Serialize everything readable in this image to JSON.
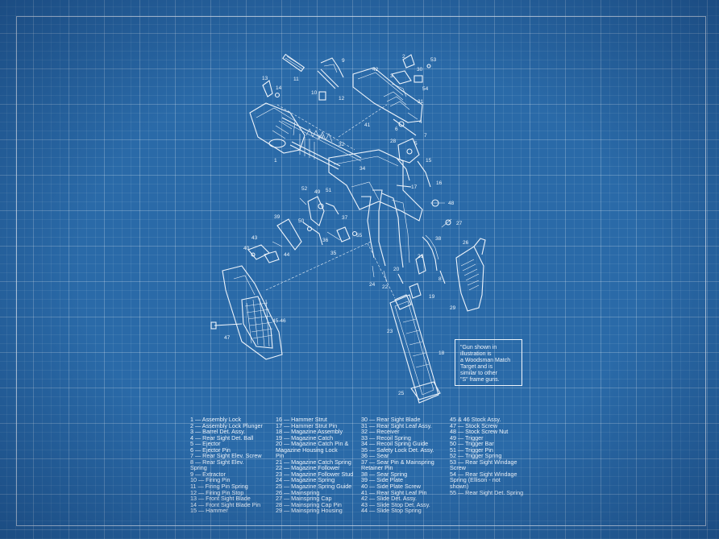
{
  "note": "\"Gun shown in\nillustration is\na Woodsman Match\nTarget and is\nsimilar to other\n\"S\" frame guns.",
  "callouts": [
    {
      "id": "n11",
      "t": "11"
    },
    {
      "id": "n9",
      "t": "9"
    },
    {
      "id": "n42",
      "t": "42"
    },
    {
      "id": "n13",
      "t": "13"
    },
    {
      "id": "n14",
      "t": "14"
    },
    {
      "id": "n10",
      "t": "10"
    },
    {
      "id": "n12",
      "t": "12"
    },
    {
      "id": "n2",
      "t": "2"
    },
    {
      "id": "n30",
      "t": "30"
    },
    {
      "id": "n53",
      "t": "53"
    },
    {
      "id": "n54",
      "t": "54"
    },
    {
      "id": "n3",
      "t": "3"
    },
    {
      "id": "n31",
      "t": "31"
    },
    {
      "id": "n4",
      "t": "4"
    },
    {
      "id": "n41",
      "t": "41"
    },
    {
      "id": "n6",
      "t": "6"
    },
    {
      "id": "n7",
      "t": "7"
    },
    {
      "id": "n5",
      "t": "5"
    },
    {
      "id": "n33",
      "t": "33"
    },
    {
      "id": "n32",
      "t": "32"
    },
    {
      "id": "n28",
      "t": "28"
    },
    {
      "id": "n1",
      "t": "1"
    },
    {
      "id": "n34",
      "t": "34"
    },
    {
      "id": "n15",
      "t": "15"
    },
    {
      "id": "n16",
      "t": "16"
    },
    {
      "id": "n17",
      "t": "17"
    },
    {
      "id": "n52",
      "t": "52"
    },
    {
      "id": "n49",
      "t": "49"
    },
    {
      "id": "n51",
      "t": "51"
    },
    {
      "id": "n48",
      "t": "48"
    },
    {
      "id": "n39",
      "t": "39"
    },
    {
      "id": "n50",
      "t": "50"
    },
    {
      "id": "n37",
      "t": "37"
    },
    {
      "id": "n36",
      "t": "36"
    },
    {
      "id": "n43",
      "t": "43"
    },
    {
      "id": "n40",
      "t": "40"
    },
    {
      "id": "n44",
      "t": "44"
    },
    {
      "id": "n55",
      "t": "55"
    },
    {
      "id": "n35",
      "t": "35"
    },
    {
      "id": "n38",
      "t": "38"
    },
    {
      "id": "n26",
      "t": "26"
    },
    {
      "id": "n21",
      "t": "21"
    },
    {
      "id": "n20",
      "t": "20"
    },
    {
      "id": "n22",
      "t": "22"
    },
    {
      "id": "n24",
      "t": "24"
    },
    {
      "id": "n19",
      "t": "19"
    },
    {
      "id": "n29",
      "t": "29"
    },
    {
      "id": "n4546",
      "t": "45-46"
    },
    {
      "id": "n47",
      "t": "47"
    },
    {
      "id": "n23",
      "t": "23"
    },
    {
      "id": "n18",
      "t": "18"
    },
    {
      "id": "n25",
      "t": "25"
    },
    {
      "id": "n27",
      "t": "27"
    },
    {
      "id": "n8",
      "t": "8"
    }
  ],
  "legend": {
    "col1": [
      "1 — Assembly Lock",
      "2 — Assembly Lock Plunger",
      "3 — Barrel Det. Assy.",
      "4 — Rear Sight Det. Ball",
      "5 — Ejector",
      "6 — Ejector Pin",
      "7 — Rear Sight Elev. Screw",
      "8 — Rear Sight Elev.\n      Spring",
      "9 — Extractor",
      "10 — Firing Pin",
      "11 — Firing Pin Spring",
      "12 — Firing Pin Stop",
      "13 — Front Sight Blade",
      "14 — Front Sight Blade Pin",
      "15 — Hammer"
    ],
    "col2": [
      "16 — Hammer Strut",
      "17 — Hammer Strut Pin",
      "18 — Magazine Assembly",
      "19 — Magazine Catch",
      "20 — Magazine Catch Pin &\n      Magazine Housing Lock\n      Pin",
      "21 — Magazine Catch Spring",
      "22 — Magazine Follower",
      "23 — Magazine Follower Stud",
      "24 — Magazine Spring",
      "25 — Magazine Spring Guide",
      "26 — Mainspring",
      "27 — Mainspring Cap",
      "28 — Mainspring Cap Pin",
      "29 — Mainspring Housing"
    ],
    "col3": [
      "30 — Rear Sight Blade",
      "31 — Rear Sight Leaf Assy.",
      "32 — Receiver",
      "33 — Recoil Spring",
      "34 — Recoil Spring Guide",
      "35 — Safety Lock Det. Assy.",
      "36 — Sear",
      "37 — Sear Pin & Mainspring\n      Retainer Pin",
      "38 — Sear Spring",
      "39 — Side Plate",
      "40 — Side Plate Screw",
      "41 — Rear Sight Leaf Pin",
      "42 — Slide Det. Assy.",
      "43 — Slide Stop Det. Assy.",
      "44 — Slide Stop Spring"
    ],
    "col4": [
      "45 & 46 Stock Assy.",
      "47 — Stock Screw",
      "48 — Stock Screw Nut",
      "49 — Trigger",
      "50 — Trigger Bar",
      "51 — Trigger Pin",
      "52 — Trigger Spring",
      "53 — Rear Sight Windage\n      Screw",
      "54 — Rear Sight Windage\n      Spring (Ellison - not\n      shown)",
      "55 — Rear Sight Det. Spring"
    ]
  }
}
